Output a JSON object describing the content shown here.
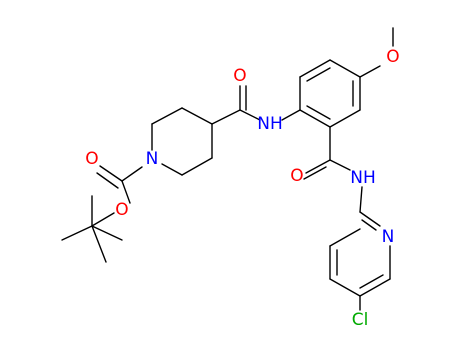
{
  "molecule": {
    "atoms": {
      "carbonyl_o_amide1": "O",
      "amide1_nh": "NH",
      "methoxy_o": "O",
      "piperidine_n": "N",
      "carbamate_carbonyl_o": "O",
      "carbamate_ester_o": "O",
      "amide2_o": "O",
      "amide2_nh": "NH",
      "pyridine_n": "N",
      "chloro": "Cl"
    },
    "colors": {
      "bond": "#000000",
      "oxygen": "#ff0000",
      "nitrogen": "#0000ff",
      "chlorine": "#00aa00"
    }
  }
}
